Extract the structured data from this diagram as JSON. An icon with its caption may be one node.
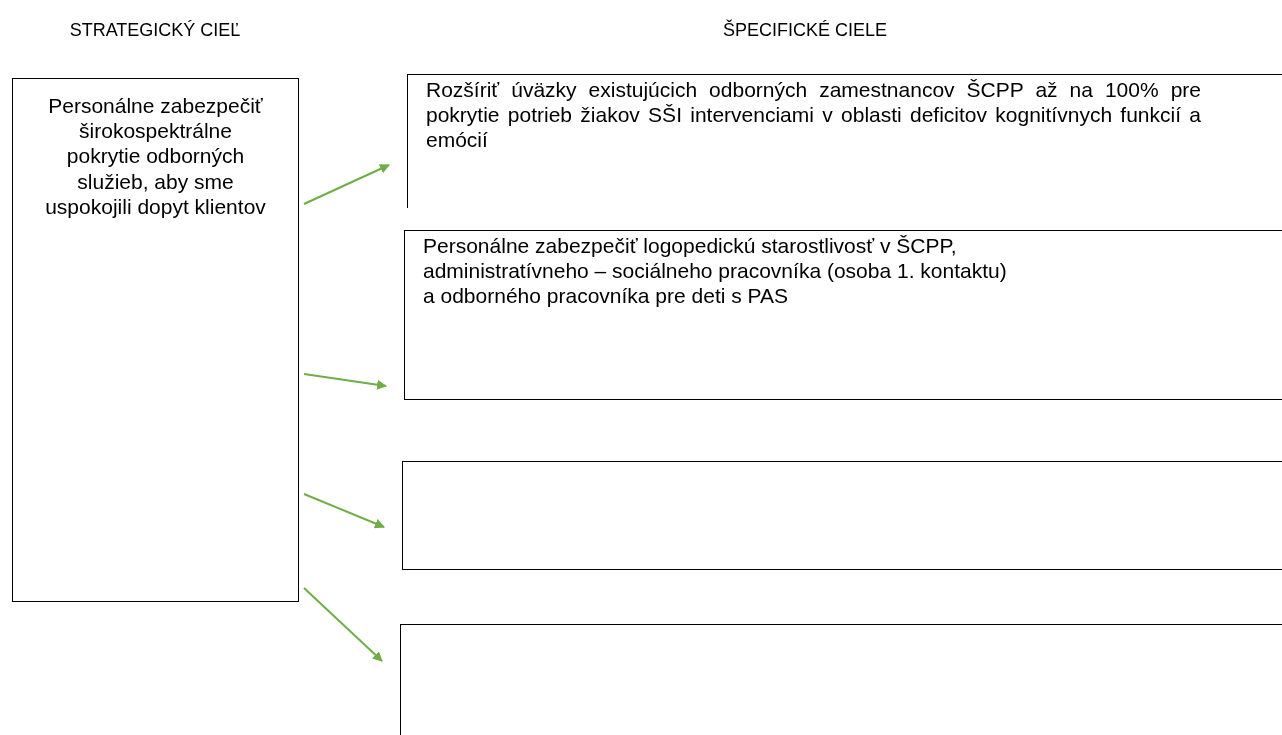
{
  "diagram": {
    "nodes": [
      {
        "text": [
          "Personálne zabezpečiť širokospektrálne pokrytie odborných služieb, aby sme uspokojili dopyt klientov"
        ]
      },
      {
        "text": [
          "Rozšíriť úväzky existujúcich odborných zamestnancov ŠCPP až na 100% pre pokrytie potrieb žiakov SŠI intervenciami v oblasti deficitov kognitívnych funkcií a emócií"
        ]
      },
      {
        "text": [
          "Personálne zabezpečiť logopedickú starostlivosť v ŠCPP, administratívneho – sociálneho pracovníka (osoba 1. kontaktu) a odborného pracovníka pre deti s PAS"
        ]
      },
      {
        "text": [],
        "shape": "box"
      },
      {
        "text": [],
        "shape": "box"
      }
    ],
    "edges": [
      {
        "from": 0,
        "to": 1,
        "arrow": "to",
        "color": "#70ad47"
      },
      {
        "from": 0,
        "to": 2,
        "arrow": "to",
        "color": "#70ad47"
      },
      {
        "from": 0,
        "to": 3,
        "arrow": "to",
        "color": "#70ad47"
      },
      {
        "from": 0,
        "to": 4,
        "arrow": "to",
        "color": "#70ad47"
      }
    ],
    "labels": [
      "STRATEGICKÝ CIEĽ",
      "ŠPECIFICKÉ CIELE"
    ]
  }
}
